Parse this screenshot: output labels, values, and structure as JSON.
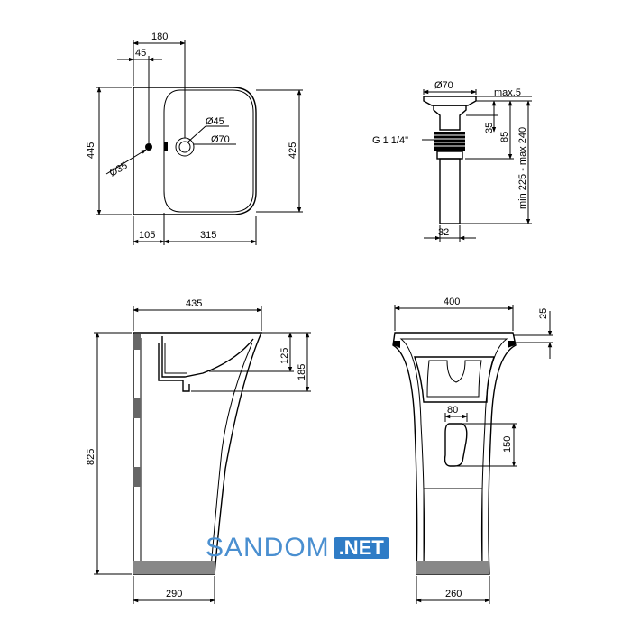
{
  "top_view": {
    "d_180": "180",
    "d_45": "45",
    "d_445": "445",
    "d_425": "425",
    "d_105": "105",
    "d_315": "315",
    "dia_35": "Ø35",
    "dia_45": "Ø45",
    "dia_70": "Ø70"
  },
  "drain": {
    "dia_70": "Ø70",
    "max5": "max.5",
    "d_35": "35",
    "d_85": "85",
    "thread": "G 1 1/4\"",
    "range": "min 225 - max 240",
    "d_32": "32"
  },
  "side_view": {
    "d_435": "435",
    "d_125": "125",
    "d_185": "185",
    "d_825": "825",
    "d_290": "290"
  },
  "front_view": {
    "d_400": "400",
    "d_25": "25",
    "d_80": "80",
    "d_150": "150",
    "d_260": "260"
  },
  "brand": {
    "name": "SANDOM",
    "suffix": ".NET"
  }
}
